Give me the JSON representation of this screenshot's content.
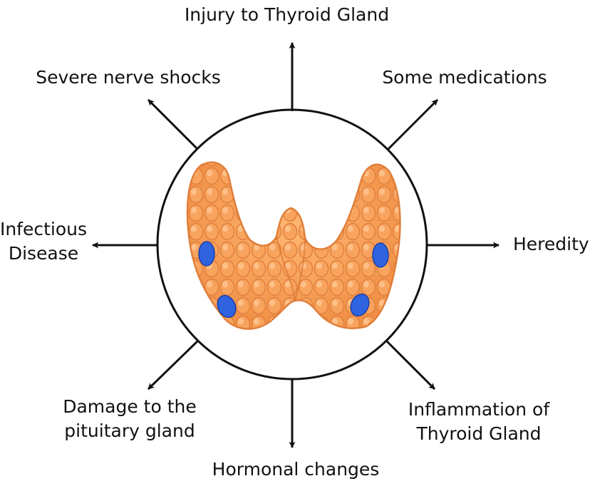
{
  "diagram": {
    "center": "thyroid-gland-illustration",
    "causes": {
      "top": "Injury to Thyroid Gland",
      "top_left": "Severe nerve shocks",
      "top_right": "Some medications",
      "left": [
        "Infectious",
        "Disease"
      ],
      "right": "Heredity",
      "bottom_left": [
        "Damage to the",
        "pituitary gland"
      ],
      "bottom_right": [
        "Inflammation of",
        "Thyroid Gland"
      ],
      "bottom": "Hormonal changes"
    },
    "colors": {
      "stroke": "#111111",
      "gland_fill": "#f7a25c",
      "gland_highlight": "#ffc48c",
      "gland_shadow": "#e4823f",
      "nodule": "#2f63e0"
    }
  }
}
